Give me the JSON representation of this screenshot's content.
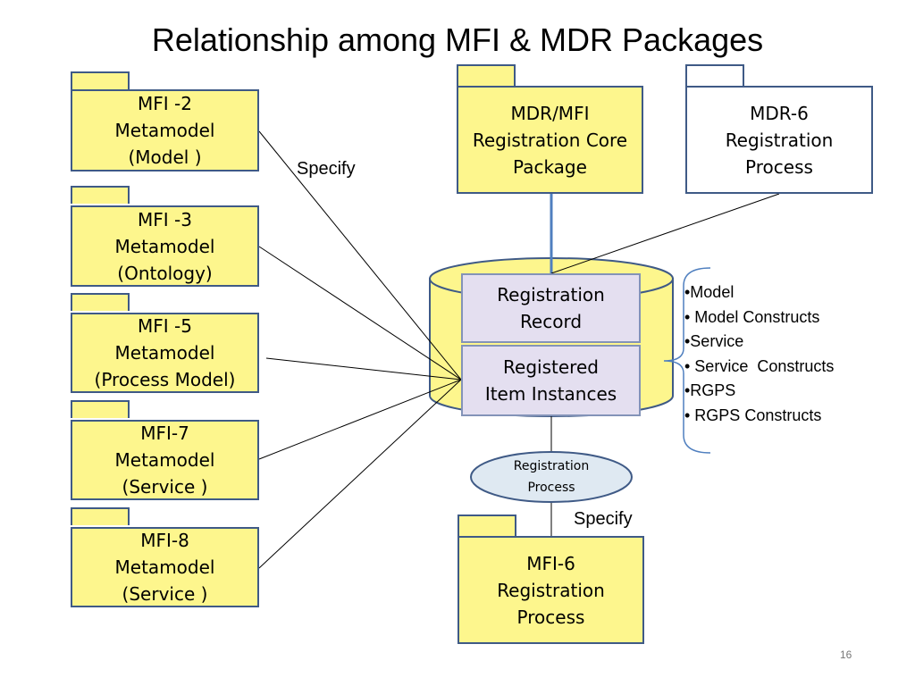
{
  "title": "Relationship among  MFI & MDR Packages",
  "packages": {
    "mfi2": "MFI -2\nMetamodel\n(Model )",
    "mfi3": "MFI -3\nMetamodel\n(Ontology)",
    "mfi5": "MFI -5\nMetamodel\n(Process Model)",
    "mfi7": "MFI-7\nMetamodel\n(Service )",
    "mfi8": "MFI-8\nMetamodel\n(Service )",
    "core": "MDR/MFI\nRegistration Core\nPackage",
    "mdr6": "MDR-6\nRegistration\nProcess",
    "mfi6": "MFI-6\nRegistration\nProcess"
  },
  "repository": {
    "record": "Registration\nRecord",
    "instances": "Registered\nItem Instances"
  },
  "registration_process": "Registration\nProcess",
  "specify_top": "Specify",
  "specify_bottom": "Specify",
  "bullets": [
    "•Model",
    "• Model Constructs",
    "•Service",
    "• Service  Constructs",
    "•RGPS",
    "• RGPS Constructs"
  ],
  "page_number": "16",
  "colors": {
    "package_fill": "#fdf68d",
    "outline": "#3f5a86",
    "record_fill": "#e4dff0",
    "oval_fill": "#dfe9f2"
  }
}
